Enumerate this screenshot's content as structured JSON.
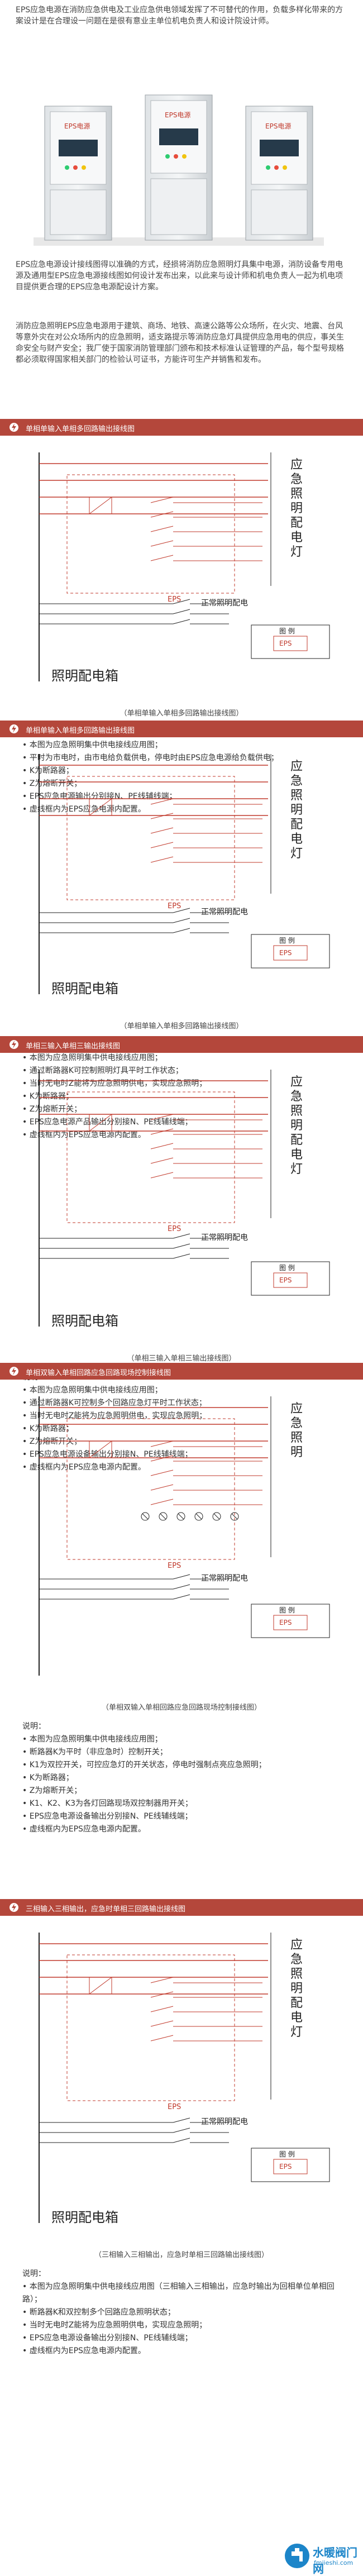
{
  "intro": {
    "p1": "EPS应急电源在消防应急供电及工业应急供电领域发挥了不可替代的作用，负载多样化带来的方案设计是在合理设一问题在是很有意业主单位机电负责人和设计院设计师。",
    "p2": "EPS应急电源设计接线图得以准确的方式，经损将消防应急照明灯具集中电源，消防设备专用电源及通用型EPS应急电源接线图如何设计发布出来，以此来与设计师和机电负责人一起为机电项目提供更合理的EPS应急电源配设计方案。",
    "p3": "消防应急照明EPS应急电源用于建筑、商场、地铁、高速公路等公众场所，在火灾、地震、台风等意外灾在对公众场所内的应急照明，适支路提示等消防应急灯具提供应急用电的供应，事关生命安全与财产安全；我厂使于国家消防管理部门颁布和技术标准认证管理的产品，每个型号规格都必须取得国家相关部门的检验认可证书，方能许可生产并销售和发布。"
  },
  "hero": {
    "cabinets": [
      {
        "brand": "EPS电源"
      },
      {
        "brand": "EPS电源"
      },
      {
        "brand": "EPS电源"
      }
    ]
  },
  "sections": [
    {
      "bar_label": "单相单输入单相多回路输出接线图",
      "caption": "（单相单输入单相多回路输出接线图）",
      "box_label": "照明配电箱",
      "side_label": "应急照明配电灯",
      "normal_label": "正常照明配电",
      "eps_label": "EPS",
      "legend_title": "图 例",
      "legend_text": "EPS",
      "notes_title": "说明：",
      "notes": [
        "本图为应急照明集中供电接线应用图；",
        "平时为市电时，由市电给负载供电，停电时由EPS应急电源给负载供电；",
        "K为断路器；",
        "Z为熔断开关；",
        "EPS应急电源输出分别接N、PE线辅线端；",
        "虚线框内为EPS应急电源内配置。"
      ]
    },
    {
      "bar_label": "单相单输入单相多回路输出接线图",
      "caption": "（单相单输入单相多回路输出接线图）",
      "box_label": "照明配电箱",
      "side_label": "应急照明配电灯",
      "normal_label": "正常照明配电",
      "eps_label": "EPS",
      "legend_title": "图 例",
      "legend_text": "EPS",
      "notes_title": "说明：",
      "notes": [
        "本图为应急照明集中供电接线应用图；",
        "通过断路器K可控制照明灯具平时工作状态；",
        "当时无电时Z能将为应急照明供电，实现应急照明；",
        "K为断路器；",
        "Z为熔断开关；",
        "EPS应急电源产品输出分别接N、PE线辅线端；",
        "虚线框内为EPS应急电源内配置。"
      ]
    },
    {
      "bar_label": "单相三输入单相三输出接线图",
      "caption": "（单相三输入单相三输出接线图）",
      "box_label": "照明配电箱",
      "side_label": "应急照明配电灯",
      "normal_label": "正常照明配电",
      "eps_label": "EPS",
      "legend_title": "图 例",
      "legend_text": "EPS",
      "notes_title": "说明：",
      "notes": [
        "本图为应急照明集中供电接线应用图；",
        "通过断路器K可控制多个回路应急灯平时工作状态；",
        "当时无电时Z能将为应急照明供电，实现应急照明；",
        "K为断路器；",
        "Z为熔断开关；",
        "EPS应急电源设备输出分别接N、PE线辅线端；",
        "虚线框内为EPS应急电源内配置。"
      ]
    },
    {
      "bar_label": "单相双输入单相回路应急回路现场控制接线图",
      "caption": "（单相双输入单相回路应急回路现场控制接线图）",
      "box_label": "",
      "side_label": "应急照明",
      "normal_label": "正常照明配电",
      "eps_label": "EPS",
      "legend_title": "图 例",
      "legend_text": "EPS",
      "notes_title": "说明：",
      "notes": [
        "本图为应急照明集中供电接线应用图；",
        "断路器K为平时（非应急时）控制开关；",
        "K1为双控开关，可控应急灯的开关状态，停电时强制点亮应急照明；",
        "K为断路器；",
        "Z为熔断开关；",
        "K1、K2、K3为各灯回路现场双控制器用开关；",
        "EPS应急电源设备输出分别接N、PE线辅线端；",
        "虚线框内为EPS应急电源内配置。"
      ]
    },
    {
      "bar_label": "三相输入三相输出，应急时单相三回路输出接线图",
      "caption": "（三相输入三相输出，应急时单相三回路输出接线图）",
      "box_label": "照明配电箱",
      "side_label": "应急照明配电灯",
      "normal_label": "正常照明配电",
      "eps_label": "EPS",
      "legend_title": "图 例",
      "legend_text": "EPS",
      "notes_title": "说明：",
      "notes": [
        "本图为应急照明集中供电接线应用图（三相输入三相输出，应急时输出为回相单位单相回路）；",
        "断路器K和双控制多个回路应急照明状态；",
        "当时无电时Z能将为应急照明供电，实现应急照明；",
        "EPS应急电源设备输出分别接N、PE线辅线端；",
        "虚线框内为EPS应急电源内配置。"
      ]
    }
  ],
  "logo": {
    "text": "水暖阀门网",
    "url_text": "fmjieshi.com"
  },
  "colors": {
    "bar": "#b4473b",
    "diagram_red": "#c0392b",
    "logo_blue": "#1c85c9"
  }
}
